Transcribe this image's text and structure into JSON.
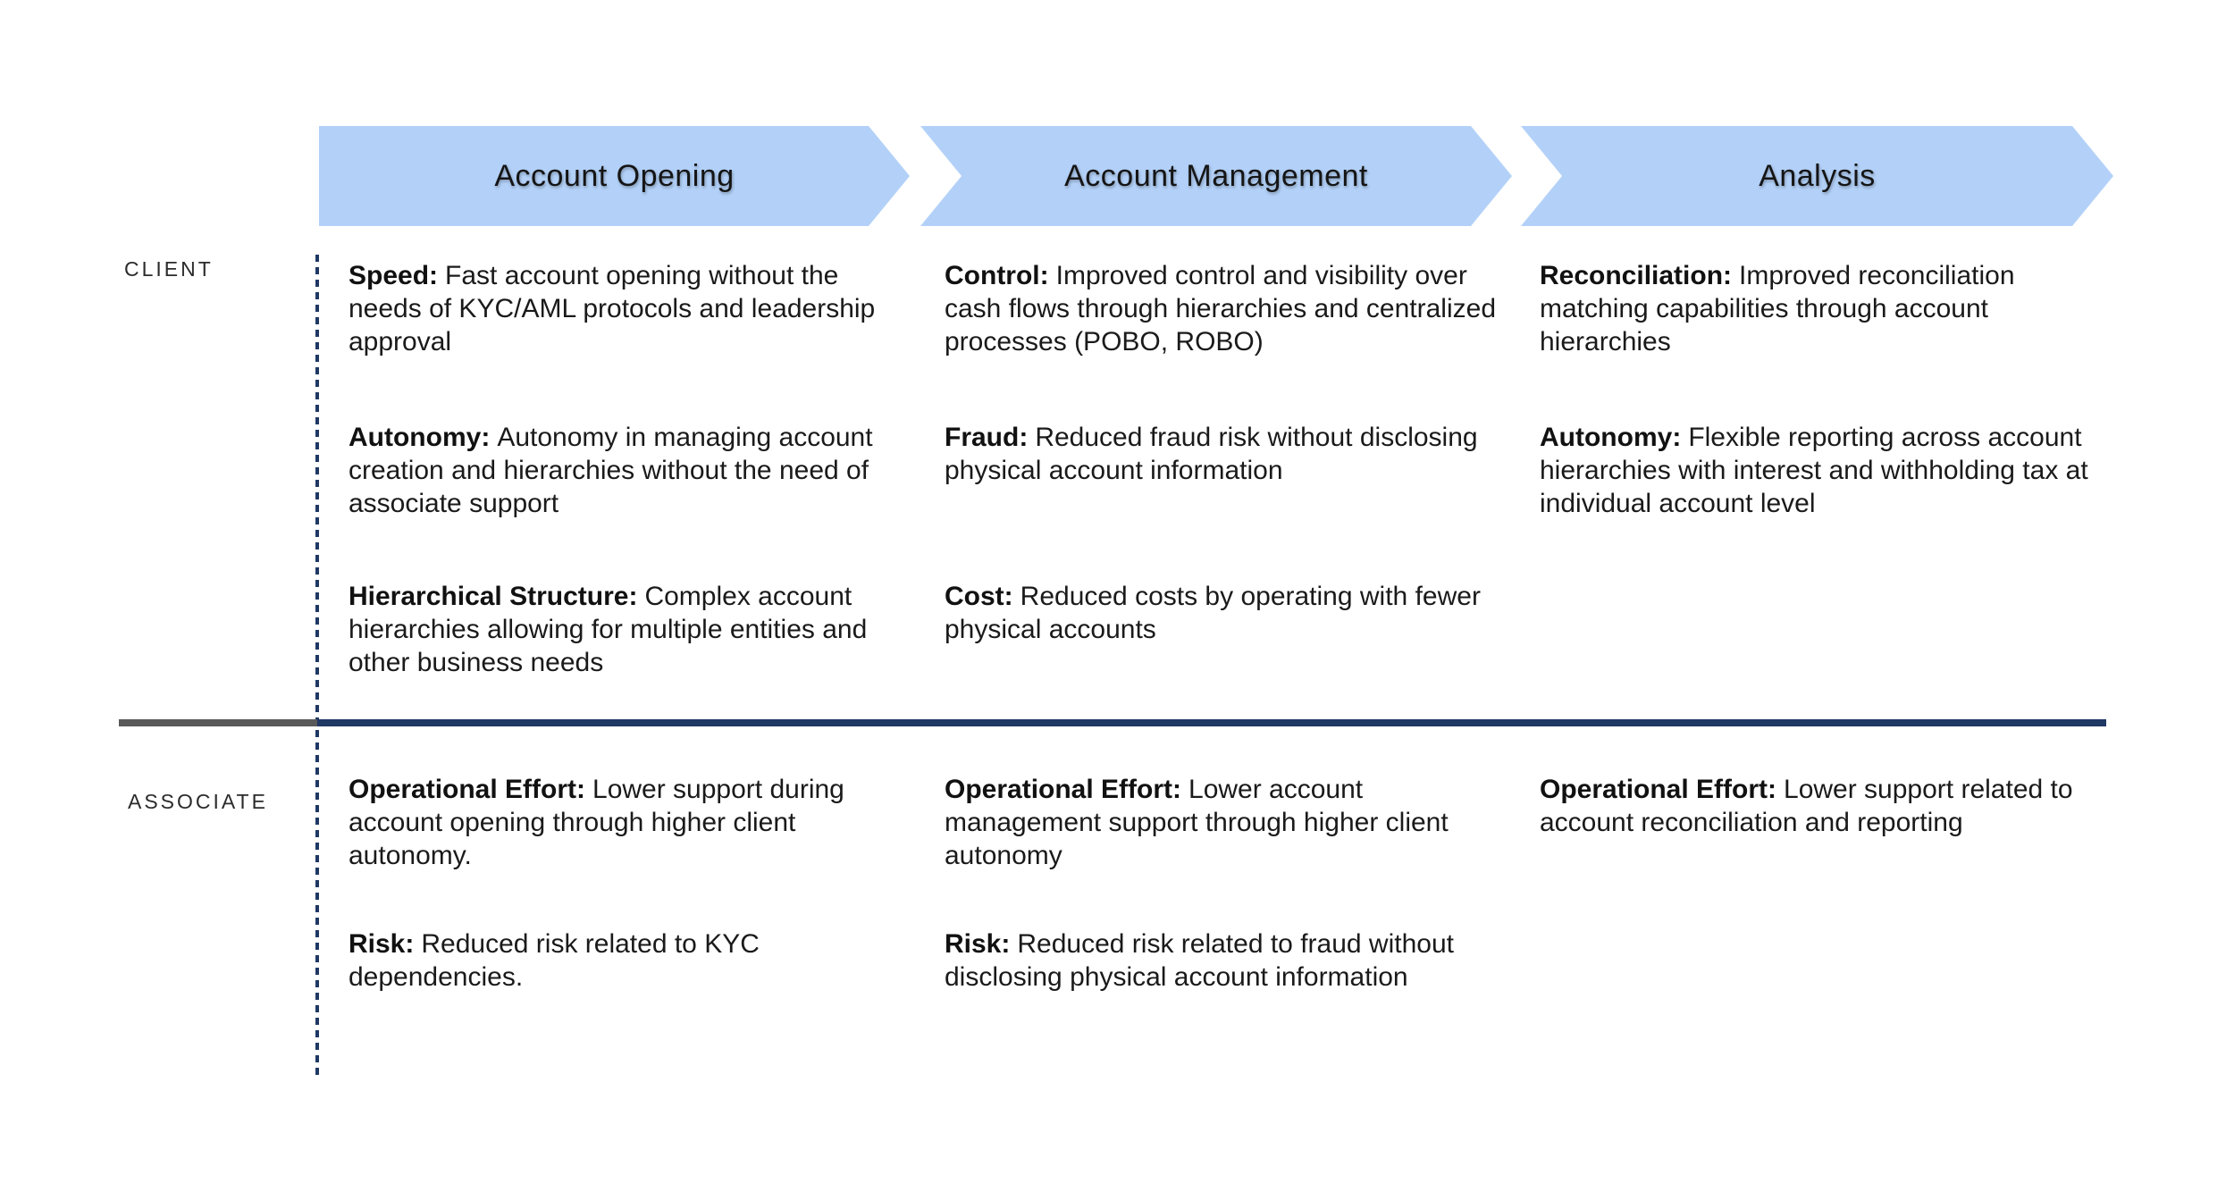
{
  "colors": {
    "chevron_fill": "#b3d1f8",
    "divider_navy": "#1f3864",
    "divider_gray": "#595959",
    "text": "#1a1a1a"
  },
  "phases": [
    {
      "label": "Account Opening"
    },
    {
      "label": "Account Management"
    },
    {
      "label": "Analysis"
    }
  ],
  "lanes": [
    {
      "label": "CLIENT",
      "rows": [
        [
          {
            "term": "Speed:",
            "desc": "Fast account opening without the needs of KYC/AML protocols and leadership approval"
          },
          {
            "term": "Control:",
            "desc": "Improved control and visibility over cash flows through hierarchies and centralized processes (POBO, ROBO)"
          },
          {
            "term": "Reconciliation:",
            "desc": "Improved reconciliation matching capabilities through account hierarchies"
          }
        ],
        [
          {
            "term": "Autonomy:",
            "desc": "Autonomy in managing account creation and hierarchies without the need of associate support"
          },
          {
            "term": "Fraud:",
            "desc": "Reduced fraud risk without disclosing physical account information"
          },
          {
            "term": "Autonomy:",
            "desc": "Flexible reporting across account hierarchies with interest and withholding tax at individual account level"
          }
        ],
        [
          {
            "term": "Hierarchical Structure:",
            "desc": "Complex account hierarchies allowing for multiple entities and other business needs"
          },
          {
            "term": "Cost:",
            "desc": "Reduced costs by operating with fewer physical accounts"
          }
        ]
      ]
    },
    {
      "label": "ASSOCIATE",
      "rows": [
        [
          {
            "term": "Operational Effort:",
            "desc": "Lower support during account opening through higher client autonomy."
          },
          {
            "term": "Operational Effort:",
            "desc": "Lower account management support through higher client autonomy"
          },
          {
            "term": "Operational Effort:",
            "desc": "Lower support related to account reconciliation and reporting"
          }
        ],
        [
          {
            "term": "Risk:",
            "desc": "Reduced risk related to KYC dependencies."
          },
          {
            "term": "Risk:",
            "desc": "Reduced risk related to fraud without disclosing physical account information"
          }
        ]
      ]
    }
  ]
}
